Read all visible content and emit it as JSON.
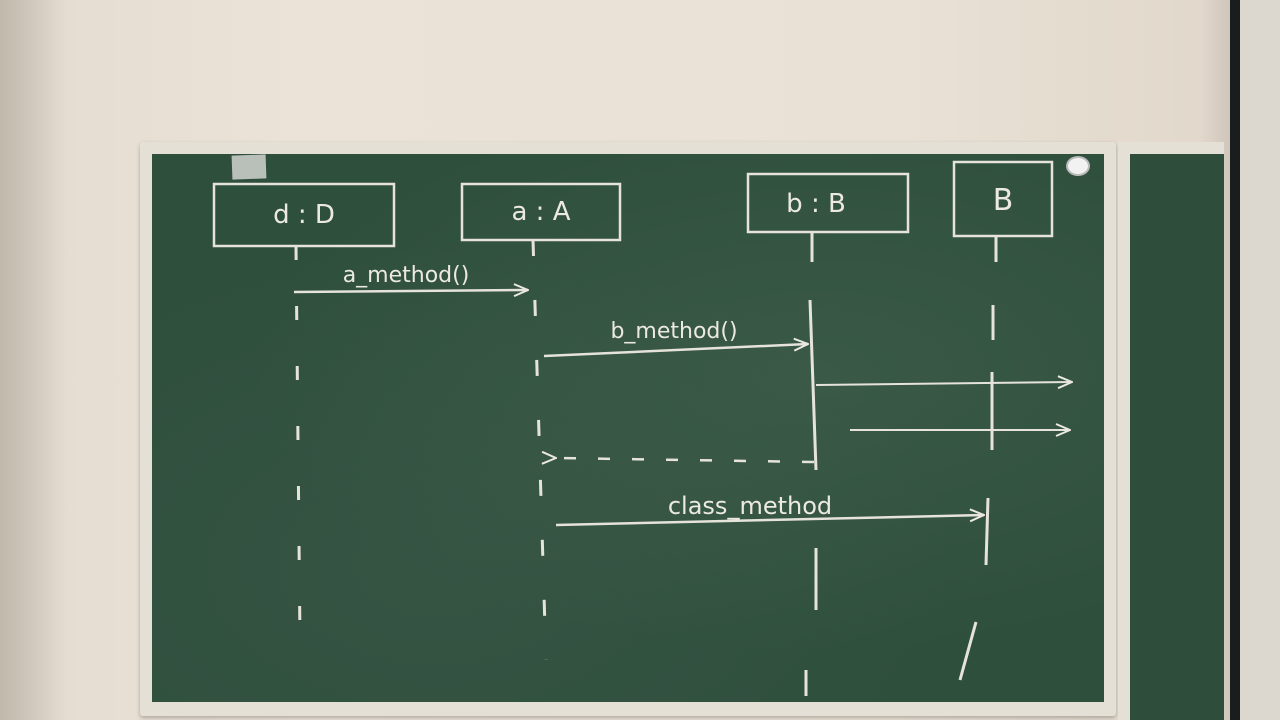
{
  "diagram": {
    "lifelines": [
      {
        "label": "d : D"
      },
      {
        "label": "a : A"
      },
      {
        "label": "b : B"
      },
      {
        "label": "B"
      }
    ],
    "messages": [
      {
        "label": "a_method()"
      },
      {
        "label": "b_method()"
      },
      {
        "label": "class_method"
      }
    ]
  }
}
